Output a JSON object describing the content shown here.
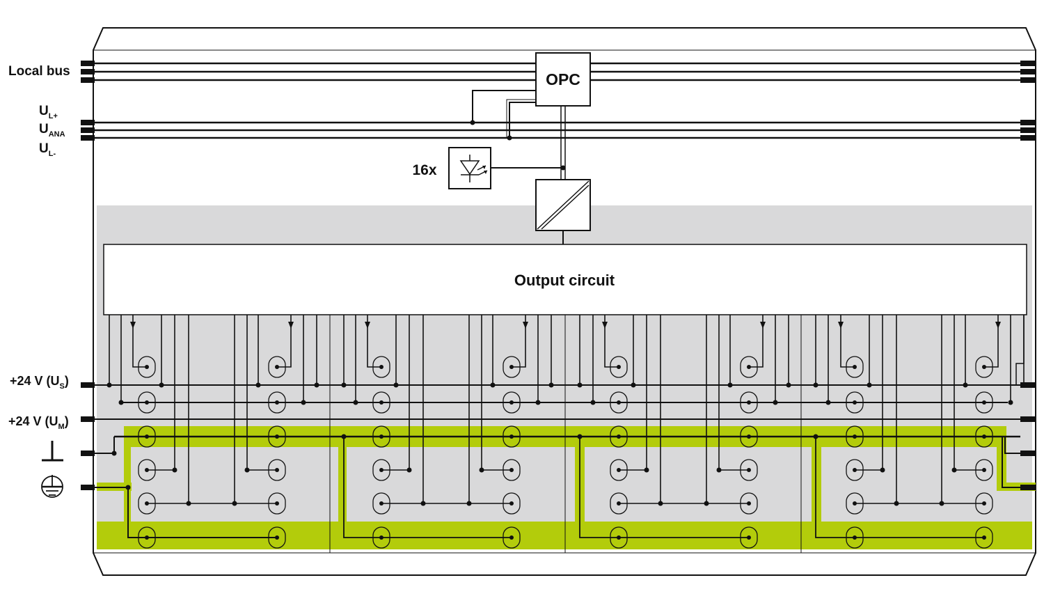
{
  "labels": {
    "local_bus": "Local bus",
    "ul_plus_main": "U",
    "ul_plus_sub": "L+",
    "uana_main": "U",
    "uana_sub": "ANA",
    "ul_minus_main": "U",
    "ul_minus_sub": "L-",
    "opc": "OPC",
    "led_count": "16x",
    "output_circuit": "Output circuit",
    "us_prefix": "+24 V (U",
    "us_sub": "S",
    "us_suffix": ")",
    "um_prefix": "+24 V (U",
    "um_sub": "M",
    "um_suffix": ")"
  },
  "colors": {
    "line": "#111111",
    "gray_area": "#d9d9da",
    "green_path": "#b3cc0b",
    "white": "#ffffff"
  },
  "icons": {
    "ground": "ground-icon",
    "earth": "protective-earth-icon",
    "led": "led-icon",
    "converter": "dc-dc-converter-icon"
  }
}
